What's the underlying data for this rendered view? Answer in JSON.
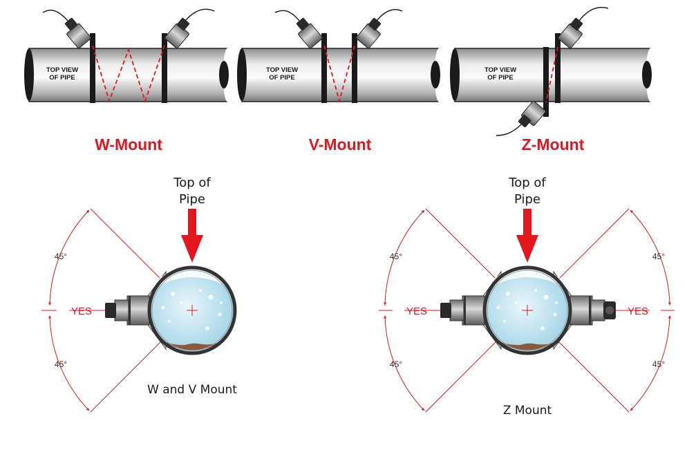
{
  "colors": {
    "accent_red": "#e3161d",
    "pipe_dark": "#7a7a7a",
    "pipe_light": "#f2f2f2",
    "water": "#bfe3f2",
    "sediment": "#8a5a3c"
  },
  "pipes": [
    {
      "name": "w-mount",
      "label_line1": "TOP VIEW",
      "label_line2": "OF PIPE",
      "title": "W-Mount"
    },
    {
      "name": "v-mount",
      "label_line1": "TOP VIEW",
      "label_line2": "OF PIPE",
      "title": "V-Mount"
    },
    {
      "name": "z-mount",
      "label_line1": "TOP VIEW",
      "label_line2": "OF PIPE",
      "title": "Z-Mount"
    }
  ],
  "cross_sections": [
    {
      "name": "wv",
      "top_line1": "Top of",
      "top_line2": "Pipe",
      "deg_upper": "45°",
      "deg_lower": "45°",
      "yes": "YES",
      "caption": "W and V Mount"
    },
    {
      "name": "z",
      "top_line1": "Top of",
      "top_line2": "Pipe",
      "deg_upper": "45°",
      "deg_lower": "45°",
      "yes": "YES",
      "deg_upper_right": "45°",
      "deg_lower_right": "45°",
      "yes_right": "YES",
      "caption": "Z Mount"
    }
  ]
}
